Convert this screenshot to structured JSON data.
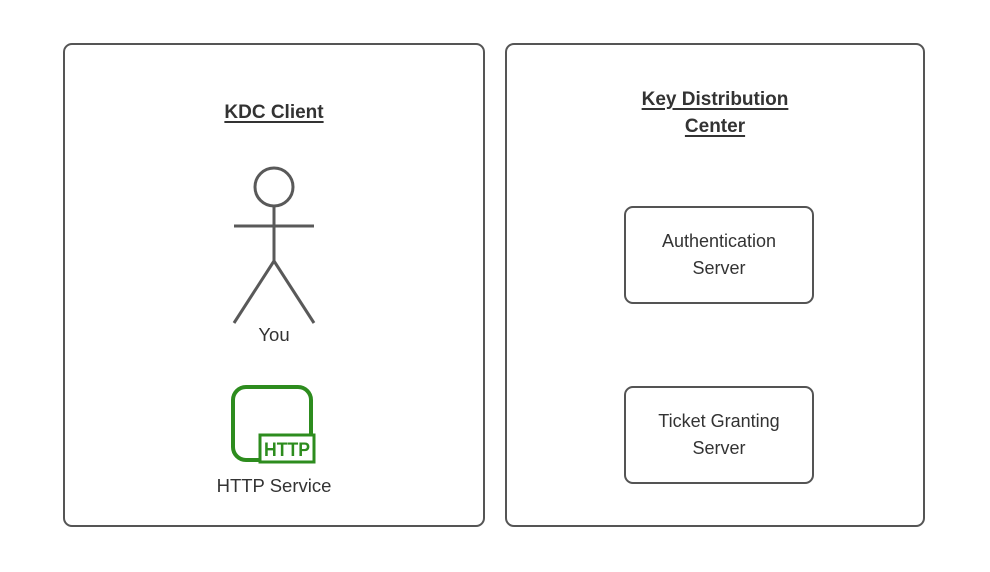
{
  "colors": {
    "background": "#ffffff",
    "panel_border": "#555555",
    "box_border": "#545454",
    "text": "#333333",
    "figure_stroke": "#595959",
    "accent_green": "#2d8c1e"
  },
  "left_panel": {
    "title": "KDC Client",
    "actor_label": "You",
    "actor_icon": "stick-figure-icon",
    "service_label": "HTTP Service",
    "service_badge": "HTTP",
    "service_icon": "http-service-icon"
  },
  "right_panel": {
    "title": "Key Distribution Center",
    "boxes": [
      {
        "label": "Authentication Server"
      },
      {
        "label": "Ticket Granting Server"
      }
    ]
  }
}
